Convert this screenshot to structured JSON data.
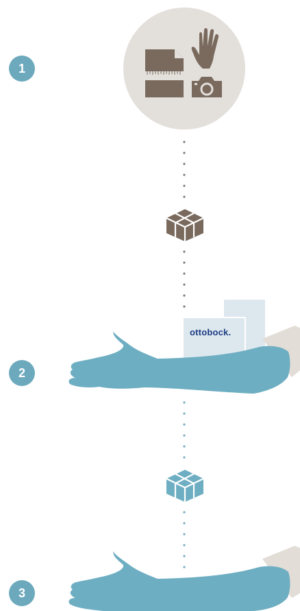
{
  "colors": {
    "badge": "#6ca9bd",
    "hand": "#6eaec2",
    "sleeve": "#e2ddd6",
    "circle": "#e3dfdb",
    "icon_brown": "#7a6a5d",
    "dots_gray": "#7d7d7d",
    "dots_blue": "#7aafc2",
    "box_pale": "#dde7ee",
    "logo": "#1b3c84"
  },
  "steps": [
    {
      "number": "1",
      "icons": [
        "measurement-sheet-icon",
        "hand-icon",
        "camera-icon"
      ]
    },
    {
      "number": "2",
      "brand_label": "ottobock."
    },
    {
      "number": "3"
    }
  ],
  "transit": [
    {
      "icon": "package-icon",
      "dot_style": "gray"
    },
    {
      "icon": "package-icon",
      "dot_style": "blue"
    }
  ]
}
